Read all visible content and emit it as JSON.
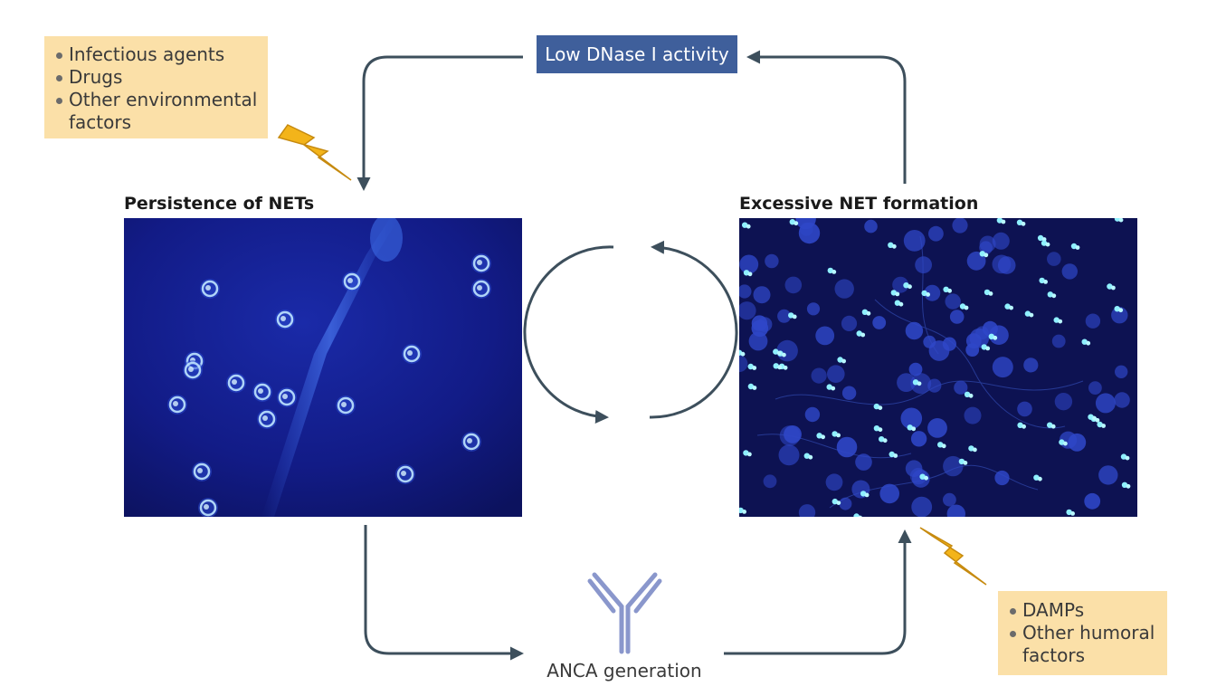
{
  "environmental_factors": {
    "items": [
      "Infectious agents",
      "Drugs",
      "Other environmental factors"
    ]
  },
  "dnase": {
    "label": "Low DNase I activity"
  },
  "left_panel": {
    "title": "Persistence of NETs"
  },
  "right_panel": {
    "title": "Excessive NET formation"
  },
  "humoral_factors": {
    "items": [
      "DAMPs",
      "Other humoral factors"
    ]
  },
  "anca": {
    "label": "ANCA generation"
  },
  "colors": {
    "arrow": "#3d4f5c",
    "factor_box": "#fbe0a8",
    "dnase_box": "#3f5f9b",
    "lightning": "#f3b41a",
    "antibody": "#8a97cc",
    "micro_bg": "#0d1252"
  },
  "icons": [
    "lightning-bolt-icon",
    "antibody-icon",
    "cycle-arrows-icon"
  ]
}
